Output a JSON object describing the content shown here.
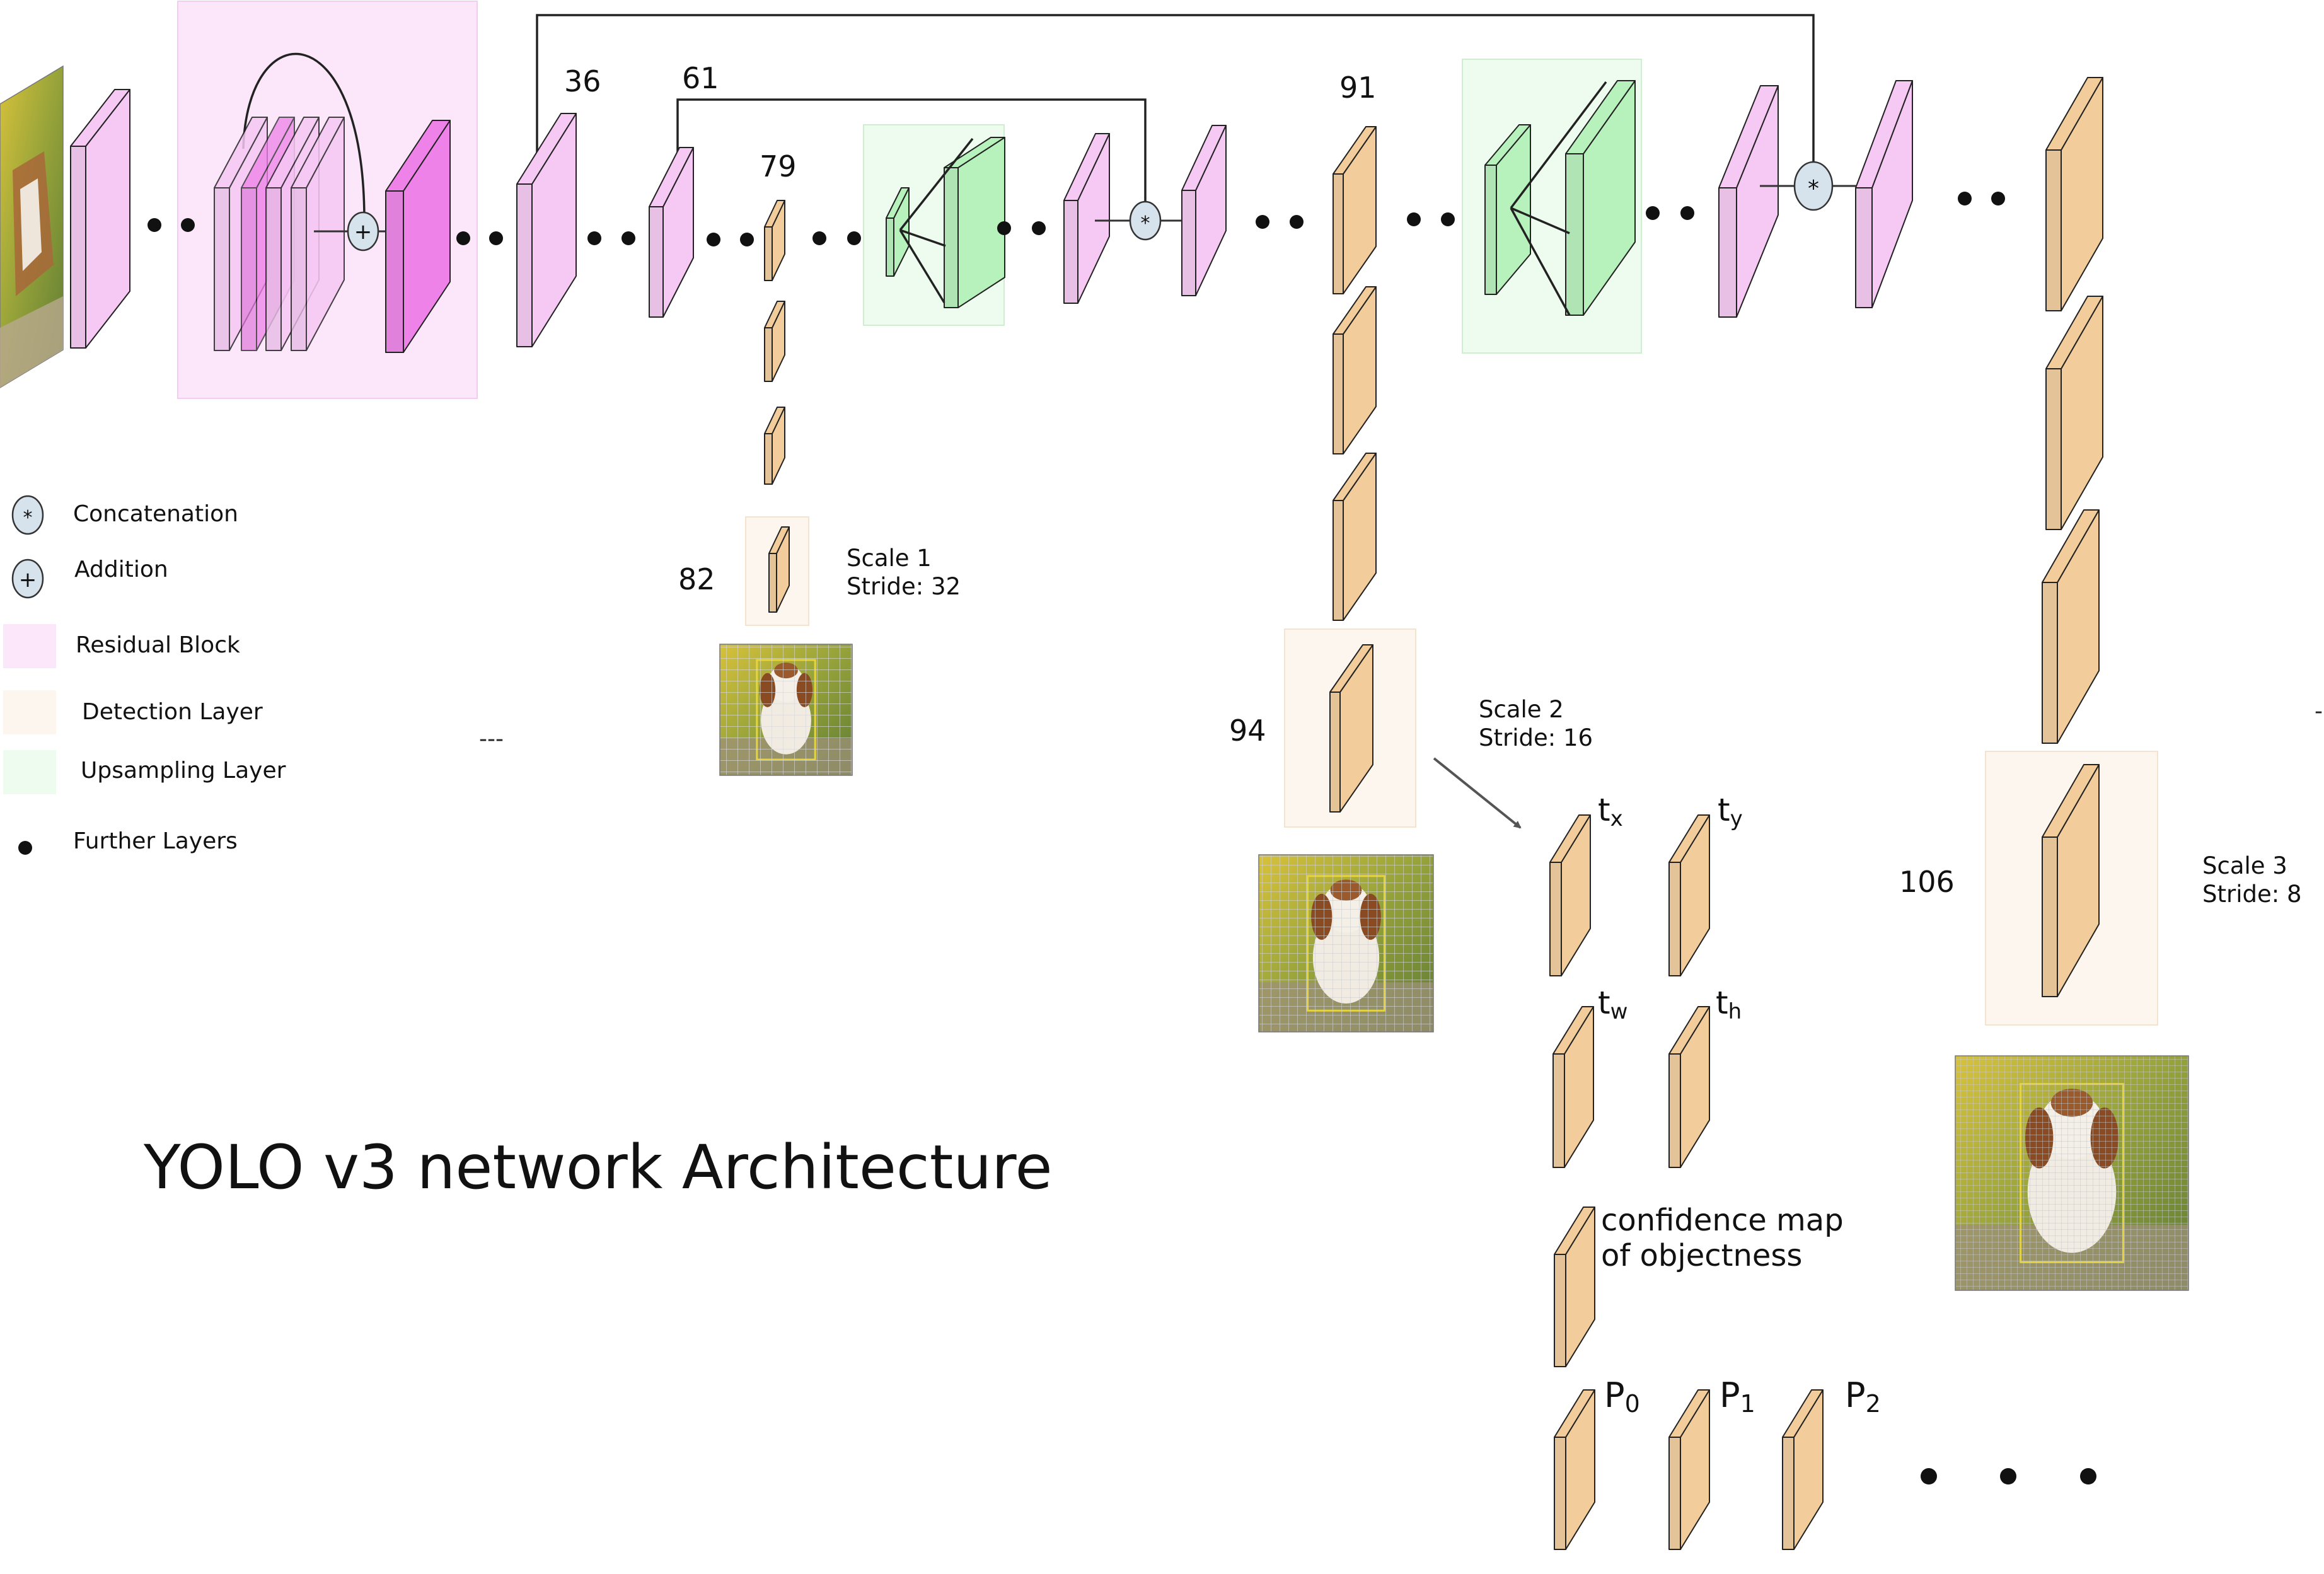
{
  "title": "YOLO v3 network Architecture",
  "colors": {
    "residual_layer": "#f6c8f4",
    "residual_block_bg": "#fbe6fa",
    "residual_strong": "#ee82e8",
    "detection_layer": "#f2cc9a",
    "detection_bg": "#fdf6ee",
    "upsampling_layer": "#b7f2bd",
    "upsampling_bg": "#eefcef",
    "op_circle": "#d6e2ec",
    "stroke": "#222222"
  },
  "layer_numbers": {
    "n36": "36",
    "n61": "61",
    "n79": "79",
    "n82": "82",
    "n91": "91",
    "n94": "94",
    "n106": "106"
  },
  "scales": {
    "scale1": {
      "label": "Scale 1",
      "stride": "Stride: 32"
    },
    "scale2": {
      "label": "Scale 2",
      "stride": "Stride: 16"
    },
    "scale3": {
      "label": "Scale 3",
      "stride": "Stride: 8"
    }
  },
  "legend": {
    "concatenation": "Concatenation",
    "addition": "Addition",
    "residual_block": "Residual Block",
    "detection_layer": "Detection Layer",
    "upsampling_layer": "Upsampling Layer",
    "further_layers": "Further Layers"
  },
  "operators": {
    "concat": "*",
    "add": "+"
  },
  "outputs": {
    "tx": {
      "base": "t",
      "sub": "x"
    },
    "ty": {
      "base": "t",
      "sub": "y"
    },
    "tw": {
      "base": "t",
      "sub": "w"
    },
    "th": {
      "base": "t",
      "sub": "h"
    },
    "confidence_line1": "confidence map",
    "confidence_line2": "of objectness",
    "p0": {
      "base": "P",
      "sub": "0"
    },
    "p1": {
      "base": "P",
      "sub": "1"
    },
    "p2": {
      "base": "P",
      "sub": "2"
    }
  },
  "misc": {
    "dashes": "---",
    "tick": "-"
  },
  "icons": {
    "input": "dog-photo-icon",
    "scale_preview": "dog-grid-preview-icon"
  }
}
